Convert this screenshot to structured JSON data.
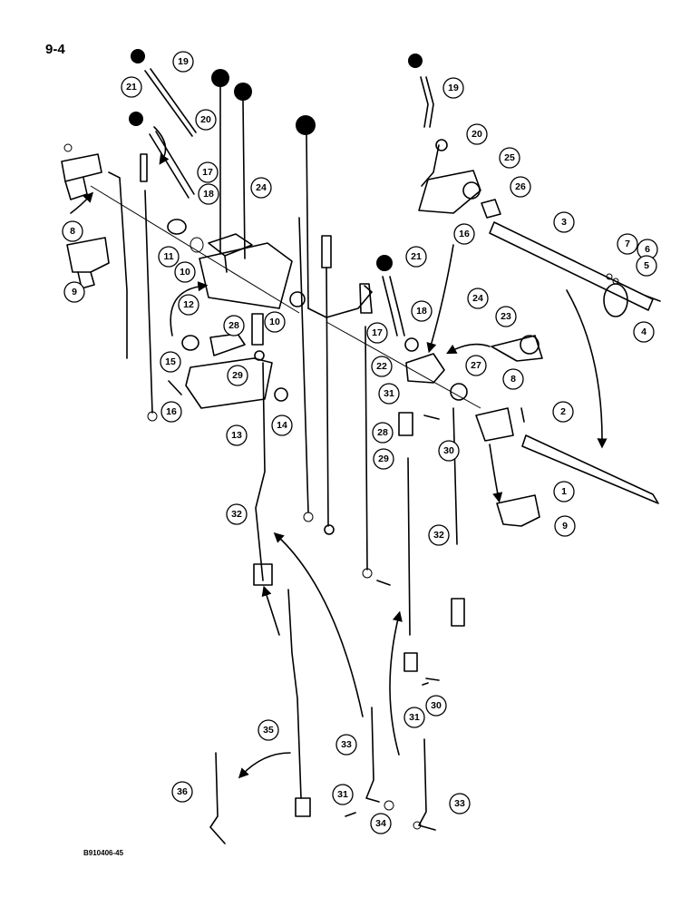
{
  "page": {
    "number": "9-4",
    "doc_code": "B910406-45"
  },
  "callouts": [
    "19",
    "21",
    "20",
    "17",
    "18",
    "24",
    "8",
    "9",
    "11",
    "10",
    "12",
    "15",
    "28",
    "10",
    "29",
    "16",
    "13",
    "14",
    "19",
    "20",
    "25",
    "26",
    "16",
    "3",
    "7",
    "6",
    "5",
    "4",
    "21",
    "24",
    "23",
    "17",
    "18",
    "22",
    "27",
    "31",
    "28",
    "30",
    "29",
    "8",
    "2",
    "1",
    "9",
    "32",
    "32",
    "35",
    "33",
    "31",
    "34",
    "33",
    "36",
    "31",
    "30"
  ]
}
